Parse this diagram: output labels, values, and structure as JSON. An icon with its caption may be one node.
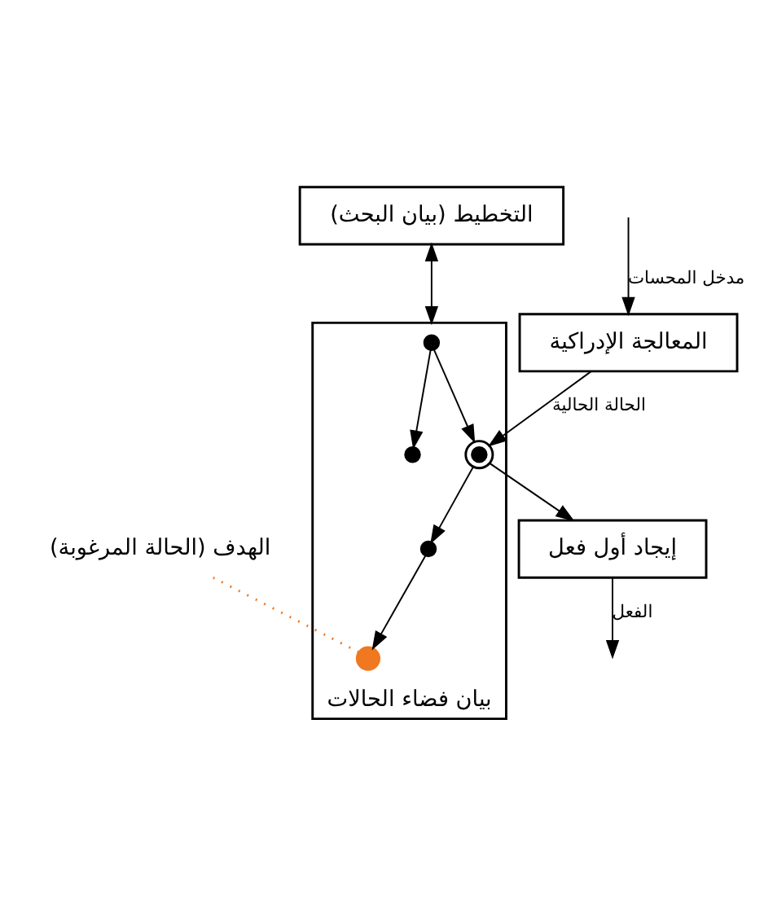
{
  "diagram": {
    "nodes": [
      {
        "text": [
          "المعالجة الإدراكية"
        ]
      },
      {
        "text": [
          "التخطيط (بيان البحث)"
        ]
      },
      {
        "text": [
          "بيان فضاء الحالات"
        ]
      },
      {
        "text": [],
        "shape": "circle",
        "in": 2
      },
      {
        "text": [],
        "shape": "circle",
        "in": 2
      },
      {
        "text": [],
        "shape": "circle",
        "in": 2
      },
      {
        "text": [],
        "shape": "circle",
        "in": 2
      },
      {
        "text": [],
        "shape": "circle",
        "in": 2
      },
      {
        "text": [
          "الهدف (الحالة المرغوبة)"
        ]
      },
      {
        "text": [
          "إيجاد أول فعل"
        ]
      }
    ],
    "edges": [
      {
        "from": null,
        "to": 0,
        "arrow": "to",
        "label": "مدخل المحسات"
      },
      {
        "from": 0,
        "to": 5,
        "arrow": "to",
        "label": "الحالة الحالية"
      },
      {
        "from": 1,
        "to": 2,
        "arrow": "both"
      },
      {
        "from": 3,
        "to": 4,
        "arrow": "to"
      },
      {
        "from": 3,
        "to": 5,
        "arrow": "to"
      },
      {
        "from": 5,
        "to": 7,
        "arrow": "to"
      },
      {
        "from": 7,
        "to": 6,
        "arrow": "to"
      },
      {
        "from": 8,
        "to": 6,
        "arrow": "none",
        "style": "dashed",
        "color": "#f07820"
      },
      {
        "from": 5,
        "to": 9,
        "arrow": "to"
      },
      {
        "from": 9,
        "to": null,
        "arrow": "to",
        "label": "الفعل"
      }
    ]
  }
}
